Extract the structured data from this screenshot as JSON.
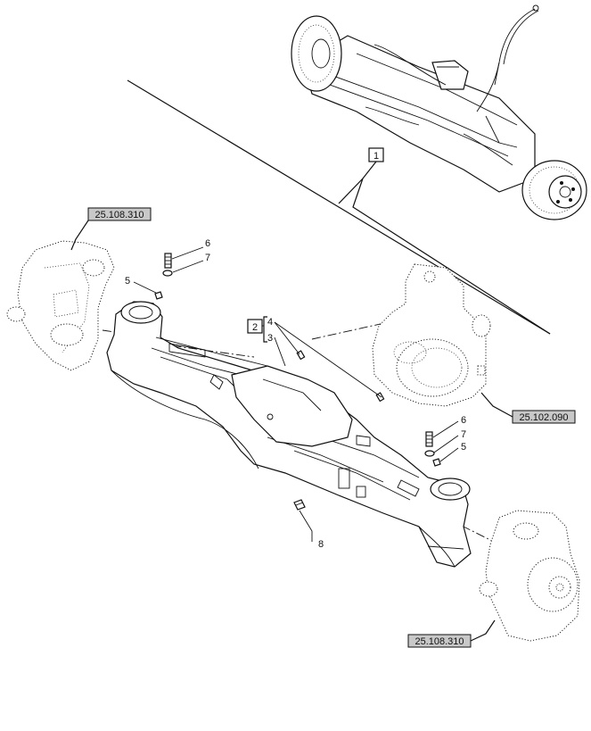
{
  "assembly_box": {
    "number": "1"
  },
  "sub_box": {
    "number": "2"
  },
  "callouts": {
    "c6_top": "6",
    "c7_top": "7",
    "c5_left": "5",
    "c4": "4",
    "c3": "3",
    "c6_right": "6",
    "c7_right": "7",
    "c5_right": "5",
    "c8": "8"
  },
  "references": {
    "top_left": "25.108.310",
    "right_mid": "25.102.090",
    "bottom_right": "25.108.310"
  },
  "colors": {
    "line": "#111111",
    "ref_box_fill": "#c8c8c8",
    "background": "#ffffff"
  }
}
